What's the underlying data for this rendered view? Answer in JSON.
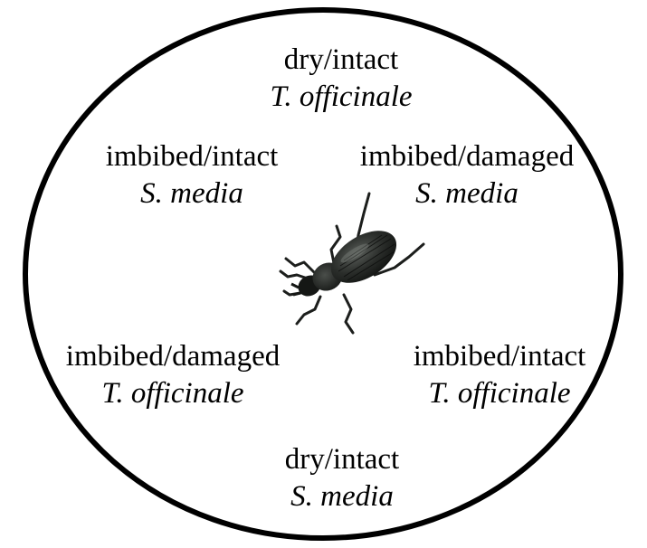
{
  "positions": [
    {
      "id": "top",
      "treatment": "dry/intact",
      "species": "T. officinale"
    },
    {
      "id": "upper-left",
      "treatment": "imbibed/intact",
      "species": "S. media"
    },
    {
      "id": "upper-right",
      "treatment": "imbibed/damaged",
      "species": "S. media"
    },
    {
      "id": "lower-left",
      "treatment": "imbibed/damaged",
      "species": "T. officinale"
    },
    {
      "id": "lower-right",
      "treatment": "imbibed/intact",
      "species": "T. officinale"
    },
    {
      "id": "bottom",
      "treatment": "dry/intact",
      "species": "S. media"
    }
  ],
  "colors": {
    "outline": "#000000",
    "beetle": "#1c1e1c"
  },
  "icons": {
    "center": "ground-beetle-image"
  }
}
